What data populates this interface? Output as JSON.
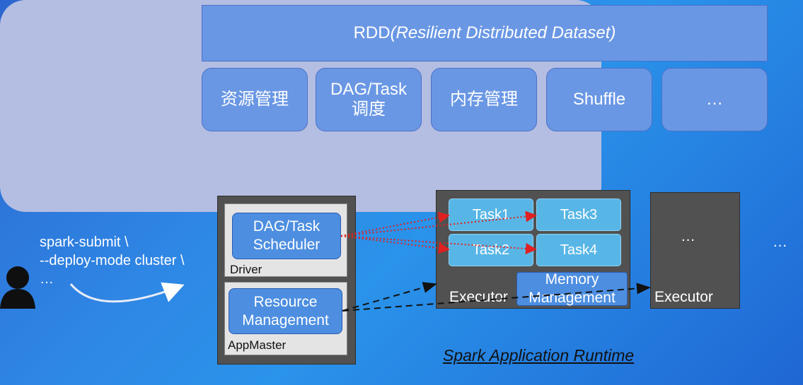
{
  "rdd": {
    "name": "RDD",
    "full_name": "(Resilient Distributed Dataset)"
  },
  "features": [
    {
      "label": "资源管理"
    },
    {
      "label_line1": "DAG/Task",
      "label_line2": "调度"
    },
    {
      "label": "内存管理"
    },
    {
      "label": "Shuffle"
    },
    {
      "label": "…"
    }
  ],
  "command": {
    "line1": "spark-submit \\",
    "line2": "--deploy-mode cluster \\",
    "line3": "…"
  },
  "appmaster": {
    "label": "AppMaster",
    "driver": {
      "label": "Driver",
      "scheduler_line1": "DAG/Task",
      "scheduler_line2": "Scheduler"
    },
    "resource_line1": "Resource",
    "resource_line2": "Management"
  },
  "executor1": {
    "label": "Executor",
    "tasks": [
      "Task1",
      "Task3",
      "Task2",
      "Task4"
    ],
    "memory_line1": "Memory",
    "memory_line2": "Management"
  },
  "executor2": {
    "label": "Executor",
    "ellipsis": "…"
  },
  "more_ellipsis": "…",
  "runtime_caption": "Spark Application Runtime",
  "colors": {
    "panel_blue": "#6a97e4",
    "runtime_bg": "#b4bde2",
    "dark_box": "#515151",
    "task_blue": "#58b6e6",
    "arrow_red": "#e02020"
  }
}
